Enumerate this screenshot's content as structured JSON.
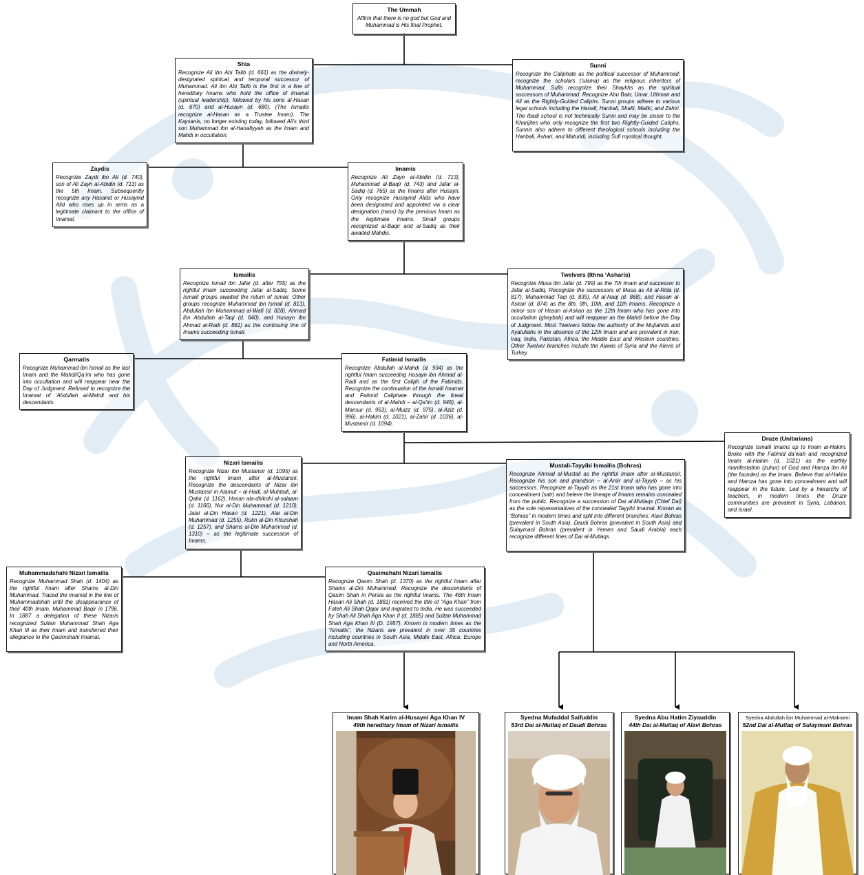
{
  "nodes": {
    "ummah": {
      "title": "The Ummah",
      "body": "Affirm that there is no god but God and Muhammad is His final Prophet."
    },
    "shia": {
      "title": "Shia",
      "body": "Recognize Ali ibn Abi Talib (d. 661) as the divinely-designated spiritual and temporal successor of Muhammad. Ali ibn Abi Talib is the first in a line of hereditary Imams who hold the office of Imamat (spiritual leadership), followed by his sons al-Hasan (d. 670) and al-Husayn (d. 680). (The Ismailis recognize al-Hasan as a Trustee Imam). The Kaysanis, no longer existing today, followed Ali’s third son Muhammad ibn al-Hanafiyyah as the Imam and Mahdi in occultation."
    },
    "sunni": {
      "title": "Sunni",
      "body": "Recognize the Caliphate as the political successor of Muhammad; recognize the scholars (‘ulama) as the religious inheritors of Muhammad. Sufis recognize their Shaykhs as the spiritual successors of Muhammad. Recognize Abu Bakr, Umar, Uthman and Ali as the Rightly-Guided Caliphs. Sunni groups adhere to various legal schools including the Hanafi, Hanbali, Shafii, Maliki, and Zahiri. The Ibadi school is not technically Sunni and may be closer to the Kharijites who only recognize the first two Rightly-Guided Caliphs. Sunnis also adhere to different theological schools including the Hanbali, Ashari, and Maturidi, including Sufi mystical thought."
    },
    "zaydis": {
      "title": "Zaydis",
      "body": "Recognize Zaydi ibn Ali (d. 740), son of Ali Zayn al-Abidin (d. 713) as the 5th Imam. Subsequently recognize any Hasanid or Husaynid Alid who rises up in arms as a legitimate claimant to the office of Imamat."
    },
    "imamis": {
      "title": "Imamis",
      "body": "Recognize Ali Zayn al-Abidin (d. 713), Muhammad al-Baqir (d. 743) and Jafar al-Sadiq (d. 765) as the Imams after Husayn. Only recognize Husaynid Alids who have been designated and appointed via a clear designation (nass) by the previous Imam as the legitimate Imams. Small groups recognized al-Baqir and al-Sadiq as their awaited Mahdis."
    },
    "ismailis": {
      "title": "Ismailis",
      "body": "Recognize Ismail ibn Jafar (d. after 755) as the rightful Imam succeeding Jafar al-Sadiq. Some Ismaili groups awaited the return of Ismail. Other groups recognize Muhammad ibn Ismail (d. 813), Abdullah ibn Muhammad al-Wafi (d. 828), Ahmad ibn Abdullah al-Taqi (d. 840), and Husayn ibn Ahmad al-Radi (d. 881) as the continuing line of Imams succeeding Ismail."
    },
    "twelvers": {
      "title": "Twelvers (Ithna ‘Asharis)",
      "body": "Recognize Musa ibn Jafar (d. 799) as the 7th Imam and successor to Jafar al-Sadiq. Recognize the successors of Musa as Ali al-Rida (d. 817), Muhammad Taqi (d. 835), Ali al-Naqi (d. 868), and Hasan al-Askari (d. 874) as the 8th, 9th, 10th, and 11th Imams. Recognize a minor son of Hasan al-Askari as the 12th Imam who has gone into occultation (ghaybah) and will reappear as the Mahdi before the Day of Judgment. Most Twelvers follow the authority of the Mujtahids and Ayatullahs in the absence of the 12th Imam and are prevalent in Iran, Iraq, India, Pakistan, Africa, the Middle East and Western countries. Other Twelver branches include the Alawis of Syria and the Alevis of Turkey."
    },
    "qarmatis": {
      "title": "Qarmatis",
      "body": "Recognize Muhammad ibn Ismail as the last Imam and the Mahdi/Qa’im who has gone into occultation and will reappear near the Day of Judgment. Refused to recognize the Imamat of ‘Abdullah al-Mahdi and his descendants."
    },
    "fatimid": {
      "title": "Fatimid Ismailis",
      "body": "Recognize Abdullah al-Mahdi (d. 934) as the rightful Imam succeeding Husayn ibn Ahmad al-Radi and as the first Caliph of the Fatimids. Recognize the continuation of the Ismaili Imamat and Fatimid Caliphate through the lineal descendants of al-Mahdi – al-Qa’im (d. 946), al-Mansur (d. 953), al-Muizz (d. 975), al-Aziz (d. 996), al-Hakim (d. 1021), al-Zahir (d. 1036), al-Mustansir (d. 1094)."
    },
    "druze": {
      "title": "Druze (Unitarians)",
      "body": "Recognize Ismaili Imams up to Imam al-Hakim. Broke with the Fatimid da’wah and recognized Imam al-Hakim (d. 1021) as the earthly manifestation (zuhur) of God and Hamza ibn Ali (the founder) as the Imam. Believe that al-Hakim and Hamza has gone into concealment and will reappear in the future. Led by a hierarchy of teachers, in modern times the Druze communities are prevalent in Syria, Lebanon, and Israel."
    },
    "nizari": {
      "title": "Nizari Ismailis",
      "body": "Recognize Nizar ibn Mustansir (d. 1095) as the rightful Imam after al-Mustansir. Recognize the descendants of Nizar ibn Mustansir in Alamut – al-Hadi, al-Muhtadi, al-Qahir (d. 1162), Hasan ala-dhikrihi al-salaam (d. 1166), Nur al-Din Muhammad (d. 1210), Jalal al-Din Hasan (d. 1221), Alai al-Din Muhammad (d. 1255), Rukn al-Din Khurshah (d. 1257), and Shams al-Din Muhammad (d. 1310) – as the legitimate succession of Imams."
    },
    "mustali": {
      "title": "Mustali-Tayyibi Ismailis (Bohras)",
      "body": "Recognize Ahmad al-Mustali as the rightful Imam after al-Mustansir. Recognize his son and grandson – al-Amir and al-Tayyib – as his successors. Recognize al-Tayyib as the 21st Imam who has gone into concealment (satr) and beleve the lineage of Imams remains concealed from the public. Recognize a succession of Dai al-Mutlaqs (Chief Dai) as the sole representatives of the concealed Tayyibi Imamat. Known as “Bohras” in modern times and split into different branches: Alavi Bohras (prevalent in South Asia), Daudi Bohras (prevalent in South Asia) and Sulaymani Bohras (prevalent in Yemen and Saudi Arabia) each recognize different lines of Dai al-Mutlaqs."
    },
    "muhammadshahi": {
      "title": "Muhammadshahi Nizari Ismailis",
      "body": "Recognize Muhammad Shah (d. 1404) as the rightful Imam after Shams al-Din Muhammad. Traced the Imamat in the line of Muhammadshah until the disappearance of their 40th Imam, Muhammad Baqir in 1796. In 1887 a delegation of these Nizaris recognized Sultan Muhammad Shah Aga Khan III as their Imam and transferred their allegiance to the Qasimshahi Imamat."
    },
    "qasimshahi": {
      "title": "Qasimshahi Nizari Ismailis",
      "body": "Recognize Qasim Shah (d. 1370) as the rightful Imam after Shams al-Din Muhammad. Recognize the descendants of Qasim Shah in Persia as the rightful Imams. The 46th Imam Hasan Ali Shah (d. 1881) received the title of “Aga Khan” from Fateh Ali Shah Qajar and migrated to India. He was succeeded by Shah Ali Shah Aga Khan II (d. 1885) and Sultan Muhammad Shah Aga Khan III (D. 1957). Known in modern times as the “Ismailis”, the Nizaris are prevalent in over 35 countries including countries in South Asia, Middle East, Africa, Europe and North America."
    }
  },
  "portraits": [
    {
      "name": "Imam Shah Karim al-Husayni Aga Khan IV",
      "title": "49th hereditary Imam of Nizari Ismailis"
    },
    {
      "name": "Syedna Mufaddal Saifuddin",
      "title": "53rd Dai al-Mutlaq of Daudi Bohras"
    },
    {
      "name": "Syedna Abu Hatim Ziyauddin",
      "title": "44th Dai al-Mutlaq of Alavi Bohras"
    },
    {
      "name": "Syedna Abdullah ibn Muhammad al-Makrami",
      "title": "52nd Dai al-Mutlaq of Sulaymani Bohras"
    }
  ],
  "colors": {
    "watermark": "#cfe0ee",
    "border": "#1a1a1a",
    "shadow": "#6e6e6e",
    "connector": "#000000"
  }
}
